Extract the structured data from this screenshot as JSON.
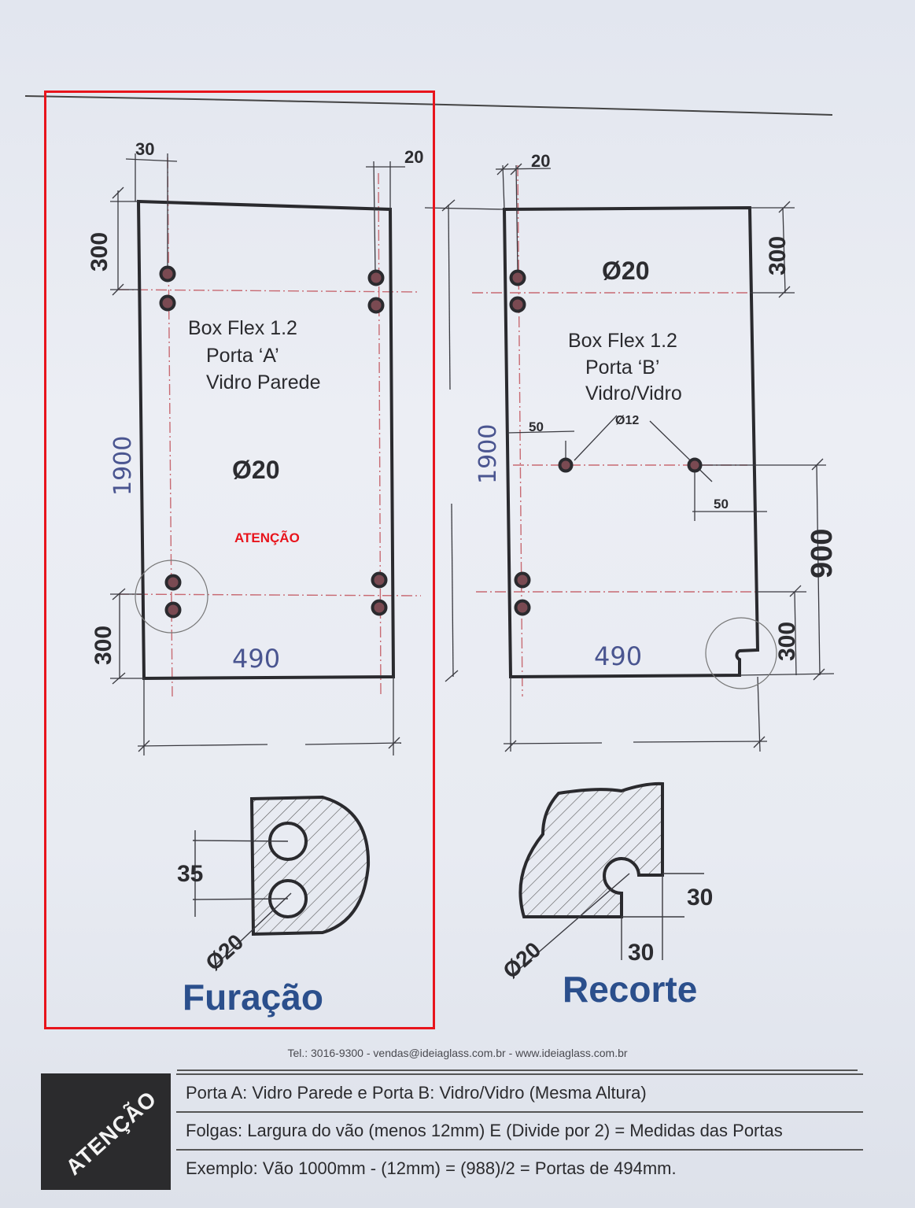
{
  "door_a": {
    "title": "Box Flex 1.2",
    "subtitle": "Porta ‘A’",
    "type": "Vidro Parede",
    "hole_diameter": "Ø20",
    "dim_left_offset": "30",
    "dim_right_offset": "20",
    "dim_top": "300",
    "dim_bottom": "300",
    "height_handwritten": "1900",
    "width_handwritten": "490"
  },
  "door_b": {
    "title": "Box Flex 1.2",
    "subtitle": "Porta ‘B’",
    "type": "Vidro/Vidro",
    "hole_diameter": "Ø20",
    "small_hole_diameter": "Ø12",
    "dim_left_offset": "20",
    "dim_top": "300",
    "dim_bottom": "300",
    "dim_handle_height": "900",
    "dim_hole_left": "50",
    "dim_hole_right": "50",
    "height_handwritten": "1900",
    "width_handwritten": "490"
  },
  "details": {
    "furacao_title": "Furação",
    "furacao_spacing": "35",
    "furacao_diameter": "Ø20",
    "recorte_title": "Recorte",
    "recorte_dim_v": "30",
    "recorte_dim_h": "30",
    "recorte_diameter": "Ø20"
  },
  "overlay": {
    "label": "ATENÇÃO",
    "highlight_color": "#e8141c"
  },
  "footer": {
    "contact": "Tel.: 3016-9300 - vendas@ideiaglass.com.br - www.ideiaglass.com.br",
    "badge": "ATENÇÃO",
    "lines": [
      "Porta A: Vidro Parede e Porta B: Vidro/Vidro (Mesma Altura)",
      "Folgas: Largura do vão (menos 12mm) E (Divide por 2) = Medidas das Portas",
      "Exemplo: Vão 1000mm - (12mm) = (988)/2 = Portas de 494mm."
    ]
  },
  "colors": {
    "title_blue": "#2b4f8c",
    "outline": "#2a2a2e",
    "centerline_red": "#c86a72",
    "dim_line": "#3a3a40",
    "hand_blue": "#4a5590"
  }
}
